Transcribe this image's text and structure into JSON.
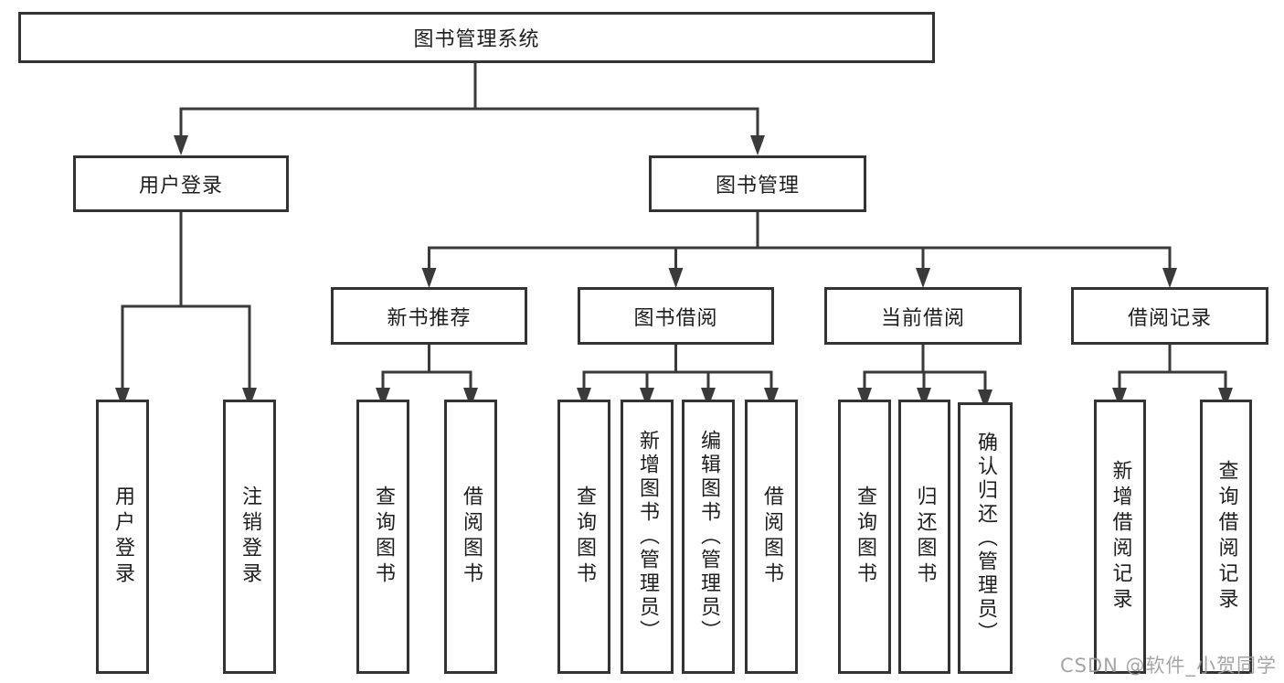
{
  "diagram": {
    "root": "图书管理系统",
    "level2": [
      "用户登录",
      "图书管理"
    ],
    "level3": [
      "新书推荐",
      "图书借阅",
      "当前借阅",
      "借阅记录"
    ],
    "leaves": {
      "login": [
        "用户登录",
        "注销登录"
      ],
      "recommend": [
        "查询图书",
        "借阅图书"
      ],
      "borrow": [
        "查询图书",
        "新增图书（管理员）",
        "编辑图书（管理员）",
        "借阅图书"
      ],
      "current": [
        "查询图书",
        "归还图书",
        "确认归还（管理员）"
      ],
      "records": [
        "新增借阅记录",
        "查询借阅记录"
      ]
    }
  },
  "watermark": "CSDN @软件_小贺同学",
  "colors": {
    "line": "#3a3a3a",
    "box_border": "#333333",
    "box_fill": "#ffffff",
    "text": "#1e1e1e",
    "watermark": "#9c9c9c",
    "background": "#ffffff"
  }
}
